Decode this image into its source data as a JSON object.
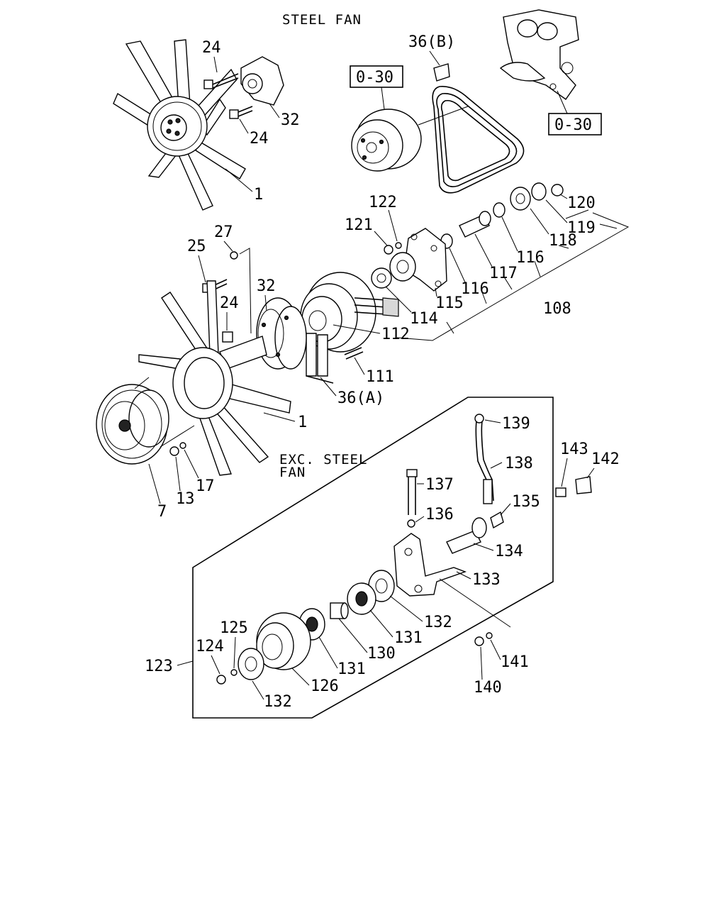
{
  "headings": {
    "steel_fan": "STEEL FAN",
    "exc_steel_fan_line1": "EXC. STEEL",
    "exc_steel_fan_line2": "FAN"
  },
  "references": {
    "ref_left": "0-30",
    "ref_right": "0-30"
  },
  "callouts": {
    "c24a": "24",
    "c32a": "32",
    "c24b": "24",
    "c1a": "1",
    "c36b": "36(B)",
    "c120": "120",
    "c119": "119",
    "c118": "118",
    "c116a": "116",
    "c122": "122",
    "c121": "121",
    "c117": "117",
    "c116b": "116",
    "c115": "115",
    "c114": "114",
    "c108": "108",
    "c112": "112",
    "c111": "111",
    "c36a": "36(A)",
    "c27": "27",
    "c25": "25",
    "c32b": "32",
    "c24c": "24",
    "c1b": "1",
    "c17": "17",
    "c13": "13",
    "c7": "7",
    "c139": "139",
    "c138": "138",
    "c137": "137",
    "c136": "136",
    "c135": "135",
    "c134": "134",
    "c133": "133",
    "c143": "143",
    "c142": "142",
    "c132a": "132",
    "c131a": "131",
    "c130": "130",
    "c131b": "131",
    "c126": "126",
    "c125": "125",
    "c124": "124",
    "c123": "123",
    "c132b": "132",
    "c141": "141",
    "c140": "140"
  }
}
